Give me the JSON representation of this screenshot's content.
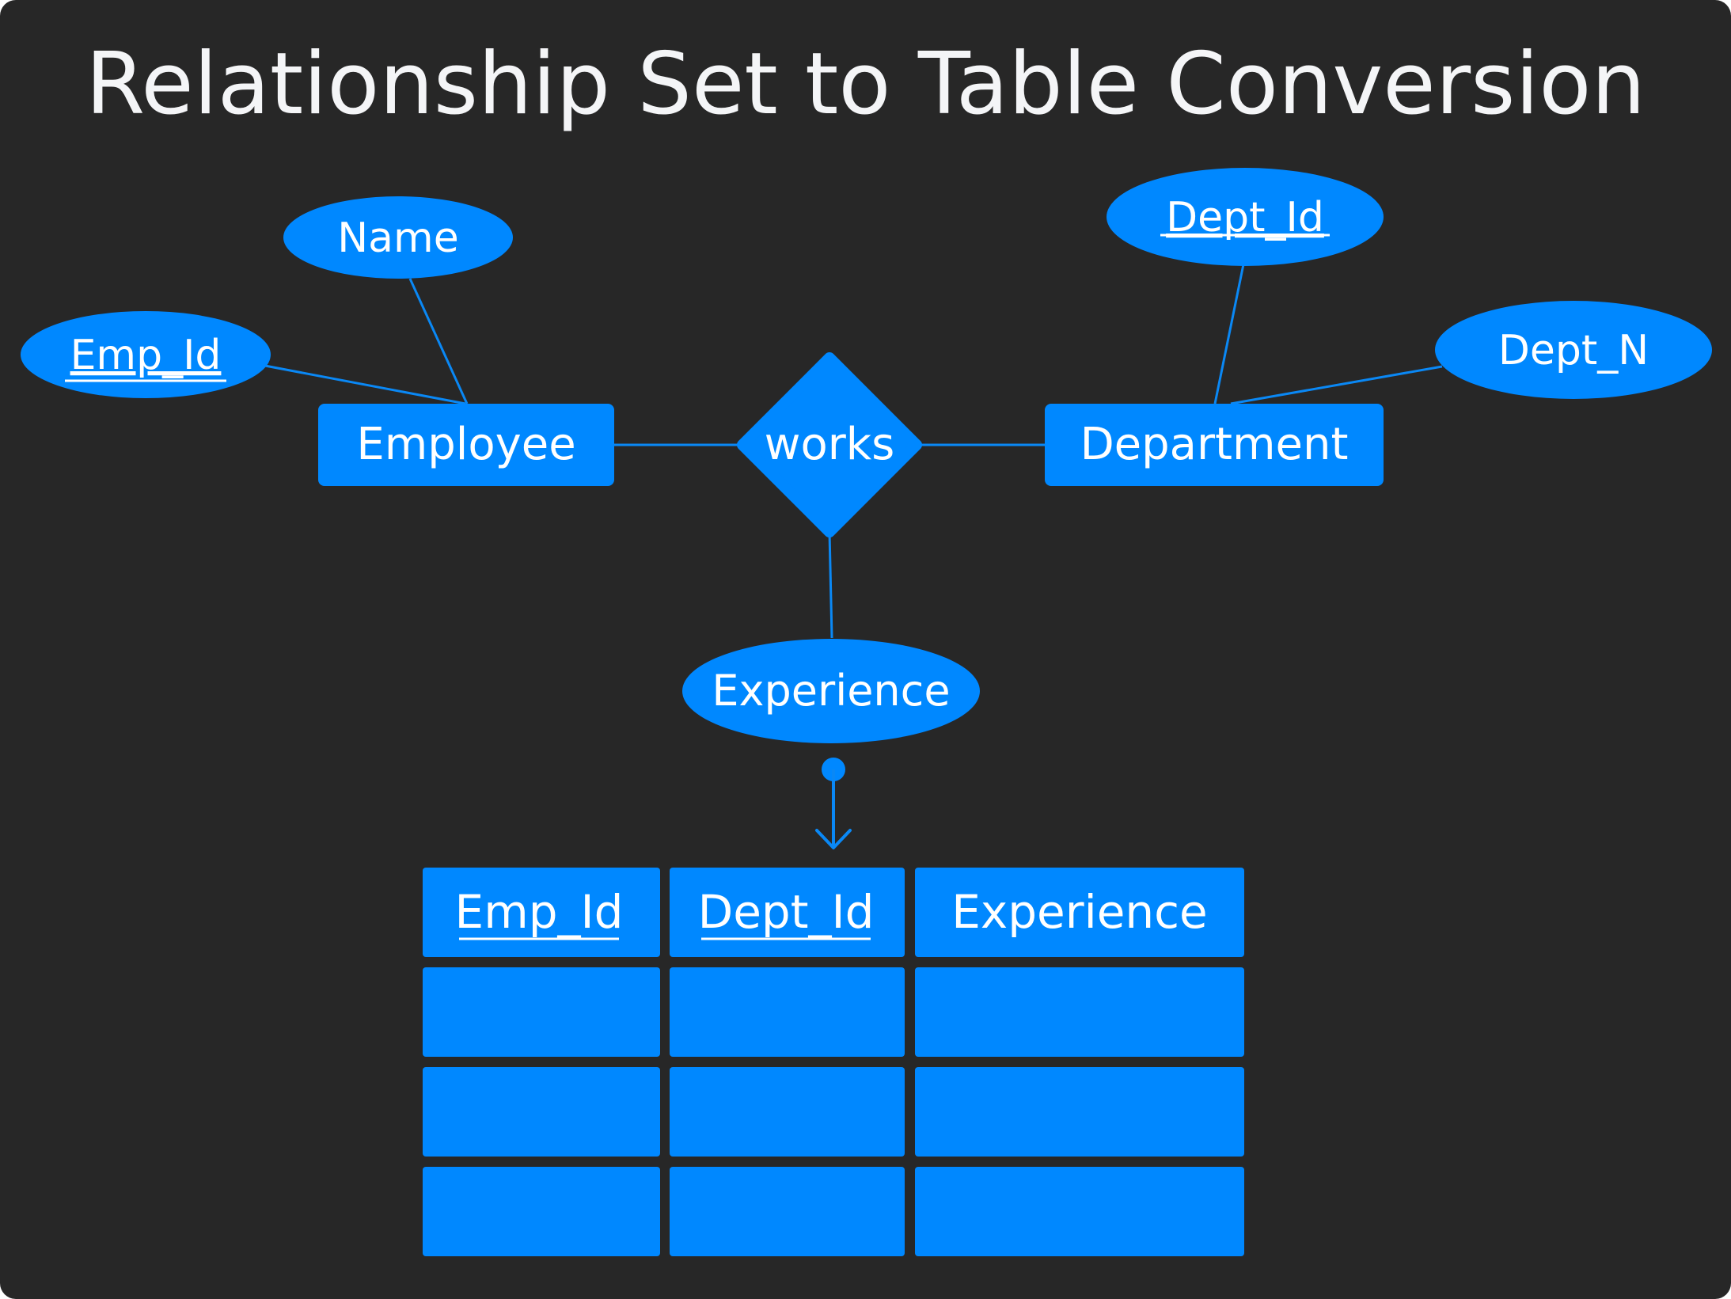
{
  "title": "Relationship Set to Table Conversion",
  "colors": {
    "background": "#272727",
    "accent": "#0088ff",
    "line": "#0a88f5",
    "text": "#ffffff"
  },
  "er_diagram": {
    "entities": [
      {
        "id": "employee",
        "label": "Employee"
      },
      {
        "id": "department",
        "label": "Department"
      }
    ],
    "relationship": {
      "id": "works",
      "label": "works"
    },
    "attributes": [
      {
        "id": "emp_id",
        "label": "Emp_Id",
        "key": true,
        "of": "employee"
      },
      {
        "id": "name",
        "label": "Name",
        "key": false,
        "of": "employee"
      },
      {
        "id": "dept_id",
        "label": "Dept_Id",
        "key": true,
        "of": "department"
      },
      {
        "id": "dept_n",
        "label": "Dept_N",
        "key": false,
        "of": "department"
      },
      {
        "id": "experience",
        "label": "Experience",
        "key": false,
        "of": "works"
      }
    ]
  },
  "result_table": {
    "columns": [
      {
        "label": "Emp_Id",
        "key": true
      },
      {
        "label": "Dept_Id",
        "key": true
      },
      {
        "label": "Experience",
        "key": false
      }
    ],
    "empty_rows": 3
  }
}
